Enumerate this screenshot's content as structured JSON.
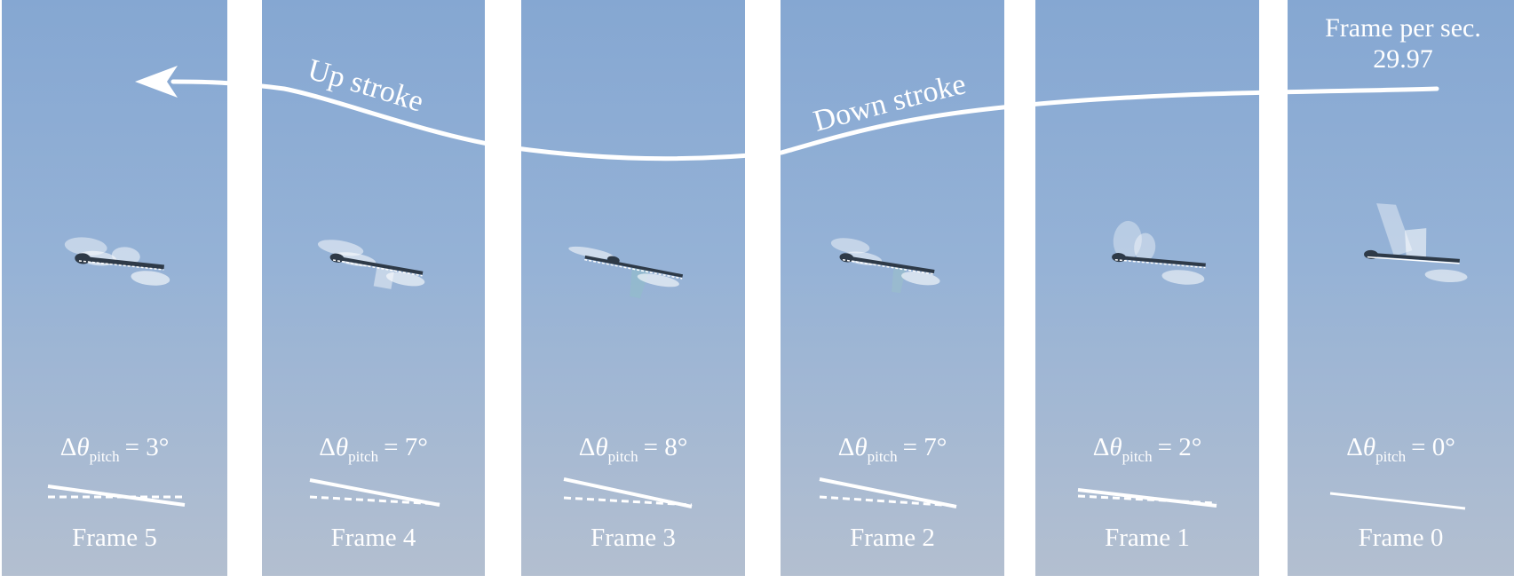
{
  "header": {
    "fps_label": "Frame per sec.",
    "fps_value": "29.97"
  },
  "strokes": {
    "up": "Up stroke",
    "down": "Down stroke"
  },
  "pitch_symbol": "Δ",
  "pitch_theta": "θ",
  "pitch_sub": "pitch",
  "panels": [
    {
      "frame": "Frame 5",
      "pitch": "= 3°",
      "pitch_deg": 3
    },
    {
      "frame": "Frame 4",
      "pitch": "= 7°",
      "pitch_deg": 7
    },
    {
      "frame": "Frame 3",
      "pitch": "= 8°",
      "pitch_deg": 8
    },
    {
      "frame": "Frame 2",
      "pitch": "= 7°",
      "pitch_deg": 7
    },
    {
      "frame": "Frame 1",
      "pitch": "= 2°",
      "pitch_deg": 2
    },
    {
      "frame": "Frame 0",
      "pitch": "= 0°",
      "pitch_deg": 0
    }
  ],
  "colors": {
    "sky_top": "#85a7d2",
    "sky_bottom": "#b3bfd0",
    "annotation": "#ffffff"
  }
}
